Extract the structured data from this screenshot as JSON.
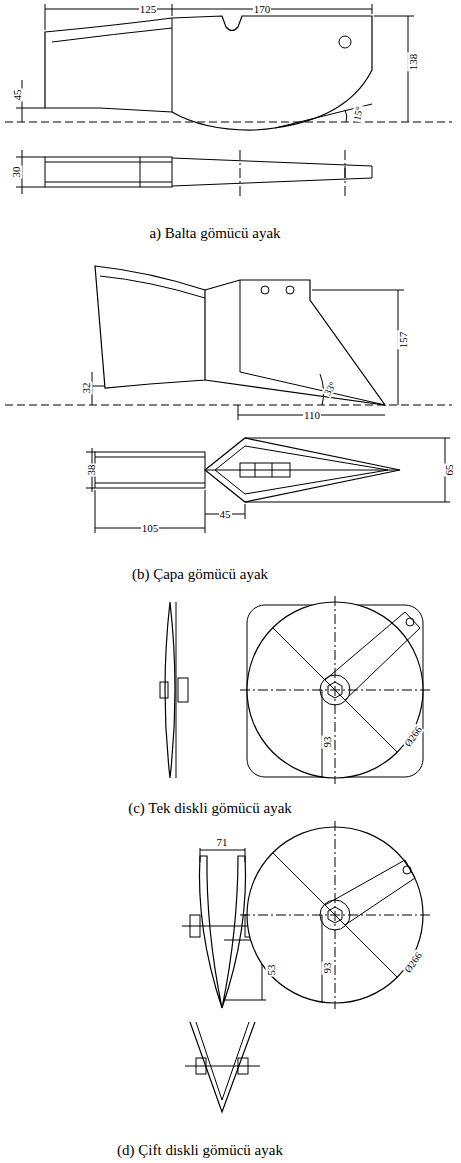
{
  "diagram": {
    "labels": [
      "125",
      "170",
      "138",
      "45",
      "15°",
      "30",
      "a) Balta gömücü ayak",
      "157",
      "33°",
      "32",
      "110",
      "38",
      "65",
      "105",
      "45",
      "(b) Çapa gömücü ayak",
      "Ø266",
      "93",
      "(c) Tek diskli gömücü ayak",
      "71",
      "53",
      "Ø266",
      "93",
      "(d) Çift diskli gömücü ayak"
    ]
  }
}
